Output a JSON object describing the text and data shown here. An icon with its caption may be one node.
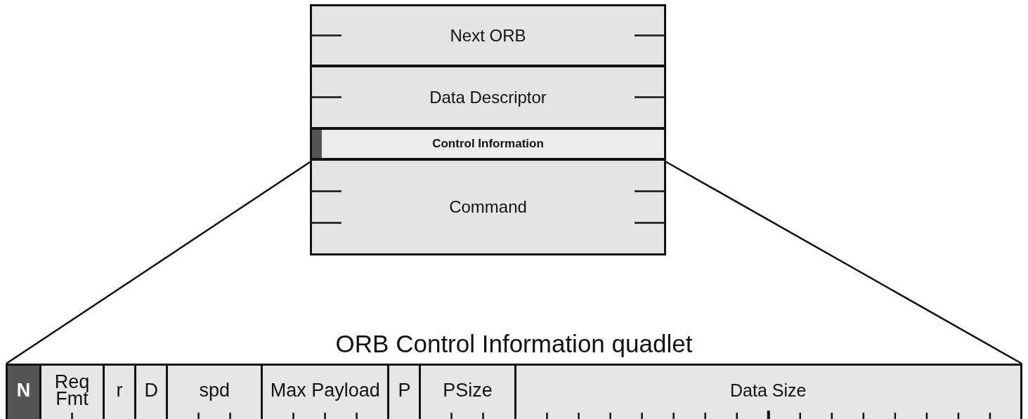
{
  "diagram": {
    "nodes": [
      {
        "text": [],
        "shape": "box"
      },
      {
        "text": [
          "Next ORB"
        ],
        "in": 0
      },
      {
        "text": [
          "Data Descriptor"
        ],
        "in": 0
      },
      {
        "text": [
          "Control Information"
        ],
        "in": 0
      },
      {
        "text": [
          "Command"
        ],
        "in": 0
      },
      {
        "text": [
          "ORB Control Information quadlet"
        ]
      },
      {
        "text": [
          "N"
        ],
        "in": 5
      },
      {
        "text": [
          "Req Fmt"
        ],
        "in": 5
      },
      {
        "text": [
          "r"
        ],
        "in": 5
      },
      {
        "text": [
          "D"
        ],
        "in": 5
      },
      {
        "text": [
          "spd"
        ],
        "in": 5
      },
      {
        "text": [
          "Max Payload"
        ],
        "in": 5
      },
      {
        "text": [
          "P"
        ],
        "in": 5
      },
      {
        "text": [
          "PSize"
        ],
        "in": 5
      },
      {
        "text": [
          "Data Size"
        ],
        "in": 5
      }
    ],
    "edges": [
      {
        "from": 3,
        "to": 5,
        "arrow": "none"
      },
      {
        "from": 3,
        "to": 5,
        "arrow": "none"
      }
    ]
  }
}
